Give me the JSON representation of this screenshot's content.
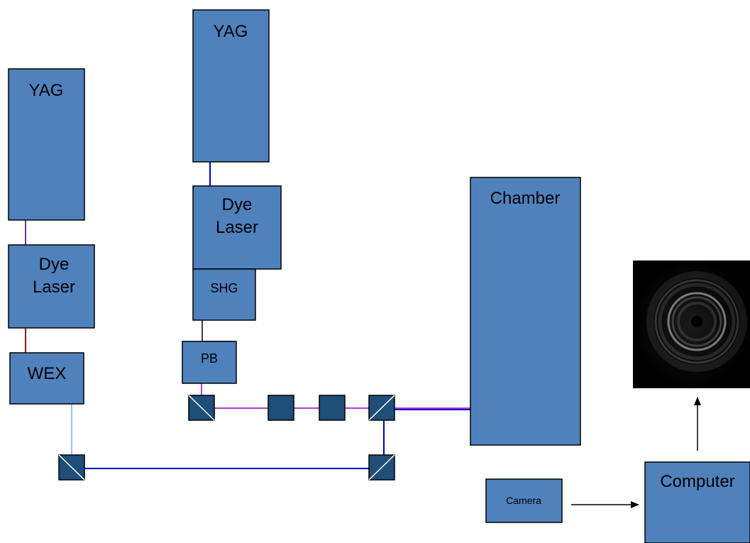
{
  "labels": {
    "yag_left": "YAG",
    "yag_top": "YAG",
    "dye_left_line1": "Dye",
    "dye_left_line2": "Laser",
    "dye_top_line1": "Dye",
    "dye_top_line2": "Laser",
    "wex": "WEX",
    "shg": "SHG",
    "pb": "PB",
    "chamber": "Chamber",
    "camera": "Camera",
    "computer": "Computer"
  },
  "colors": {
    "box_fill": "#4f81bd",
    "optic_fill": "#1f4e79",
    "beam_blue": "#0000cc",
    "beam_violet": "#b040d0",
    "beam_purple": "#7030a0",
    "beam_red": "#a00020",
    "beam_lightblue": "#9cc3e6",
    "beam_black": "#000000",
    "image_bg": "#000000"
  },
  "icons": {
    "image": "velocity-map-image-icon",
    "arrow": "arrow-icon"
  }
}
